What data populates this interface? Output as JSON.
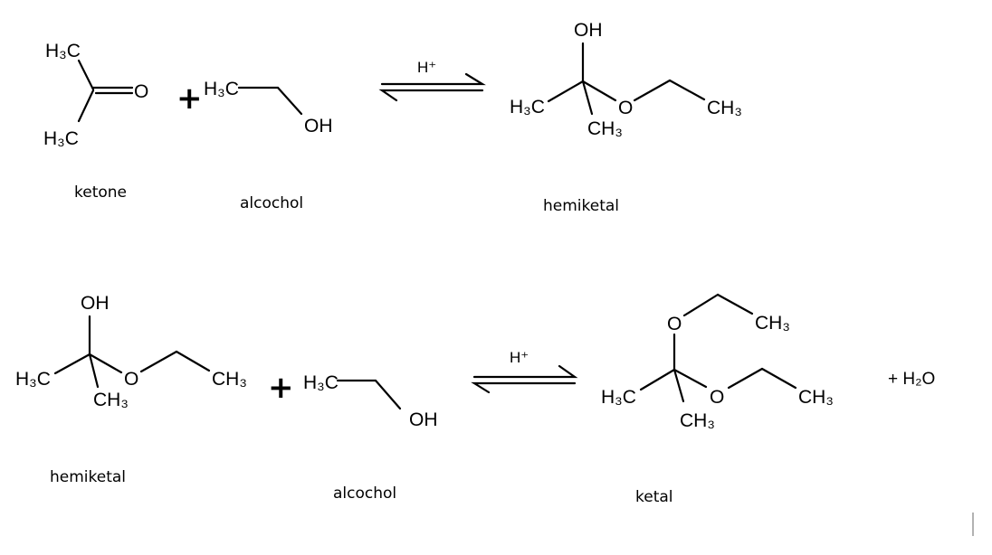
{
  "reaction1": {
    "ketone": {
      "methyl_top": "H₃C",
      "oxygen": "O",
      "methyl_bottom": "H₃C",
      "label": "ketone"
    },
    "plus": "+",
    "alcohol": {
      "methyl": "H₃C",
      "hydroxyl": "OH",
      "label": "alcochol"
    },
    "catalyst": "H⁺",
    "hemiketal": {
      "hydroxyl": "OH",
      "methyl_left": "H₃C",
      "methyl_down": "CH₃",
      "oxygen": "O",
      "methyl_right": "CH₃",
      "label": "hemiketal"
    }
  },
  "reaction2": {
    "hemiketal": {
      "hydroxyl": "OH",
      "methyl_left": "H₃C",
      "methyl_down": "CH₃",
      "oxygen": "O",
      "methyl_right": "CH₃",
      "label": "hemiketal"
    },
    "plus": "+",
    "alcohol": {
      "methyl": "H₃C",
      "hydroxyl": "OH",
      "label": "alcochol"
    },
    "catalyst": "H⁺",
    "ketal": {
      "oxygen_top": "O",
      "methyl_top": "CH₃",
      "methyl_left": "H₃C",
      "methyl_down": "CH₃",
      "oxygen": "O",
      "methyl_right": "CH₃",
      "label": "ketal"
    },
    "byproduct": "+ H₂O"
  },
  "colors": {
    "ink": "#000000",
    "background": "#ffffff",
    "cursor": "#888888"
  }
}
